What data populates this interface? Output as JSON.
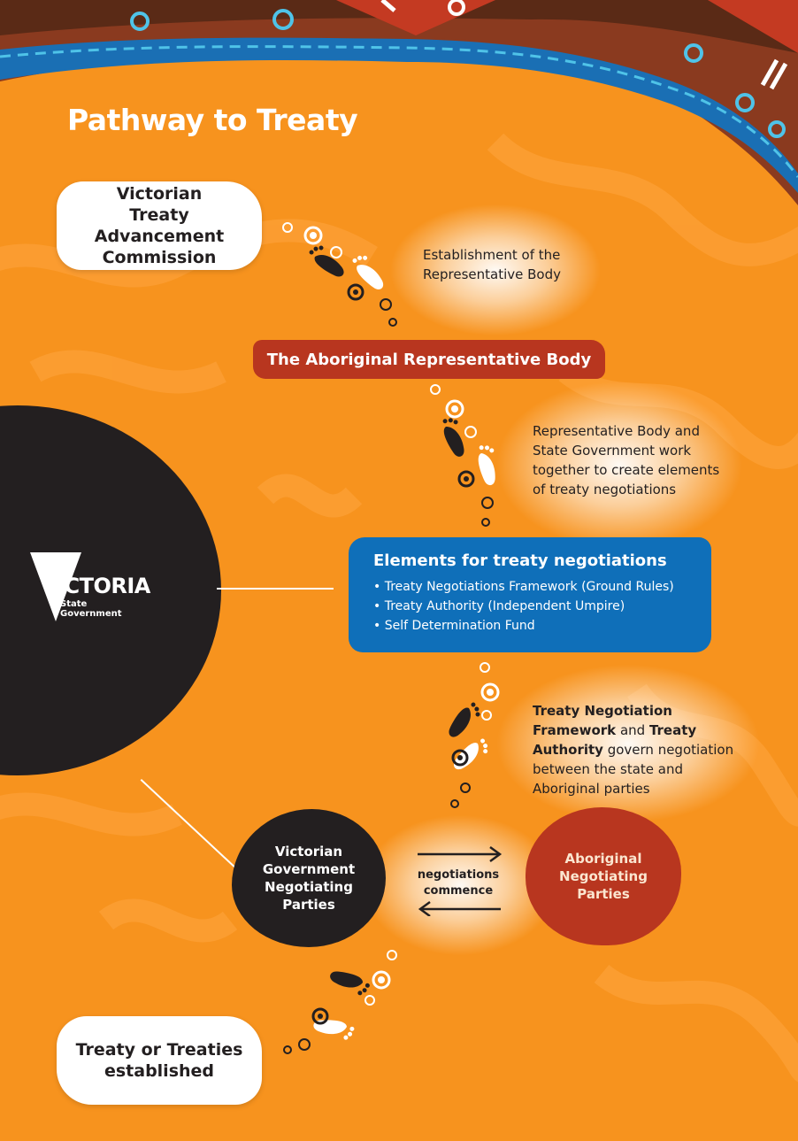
{
  "title": "Pathway to Treaty",
  "nodes": {
    "vtac": "Victorian Treaty Advancement Commission",
    "representative_body": "The Aboriginal Representative Body",
    "elements_title": "Elements for treaty negotiations",
    "elements_items": [
      "Treaty Negotiations Framework (Ground Rules)",
      "Treaty Authority (Independent Umpire)",
      "Self Determination Fund"
    ],
    "victorian_government_parties": "Victorian Government Negotiating Parties",
    "aboriginal_parties": "Aboriginal Negotiating Parties",
    "treaty_established": "Treaty or Treaties established"
  },
  "notes": {
    "establishment": "Establishment of the Representative Body",
    "cooperation": "Representative Body and State Government work together to create elements of treaty negotiations",
    "governance_bold_1": "Treaty Negotiation Framework",
    "governance_text_1": "and",
    "governance_bold_2": "Treaty Authority",
    "governance_text_2": "govern negotiation between the state and Aboriginal parties",
    "negotiations": "negotiations commence"
  },
  "logo": {
    "word": "VICTORIA",
    "sub_1": "State",
    "sub_2": "Government"
  },
  "colors": {
    "background": "#f7931e",
    "dark": "#231f20",
    "red": "#b8361f",
    "blue": "#0f6fb9",
    "white": "#ffffff"
  },
  "icons": [
    "footprints-icon",
    "concentric-circle-icon",
    "arrow-right-icon",
    "arrow-left-icon",
    "victoria-triangle-logo"
  ]
}
